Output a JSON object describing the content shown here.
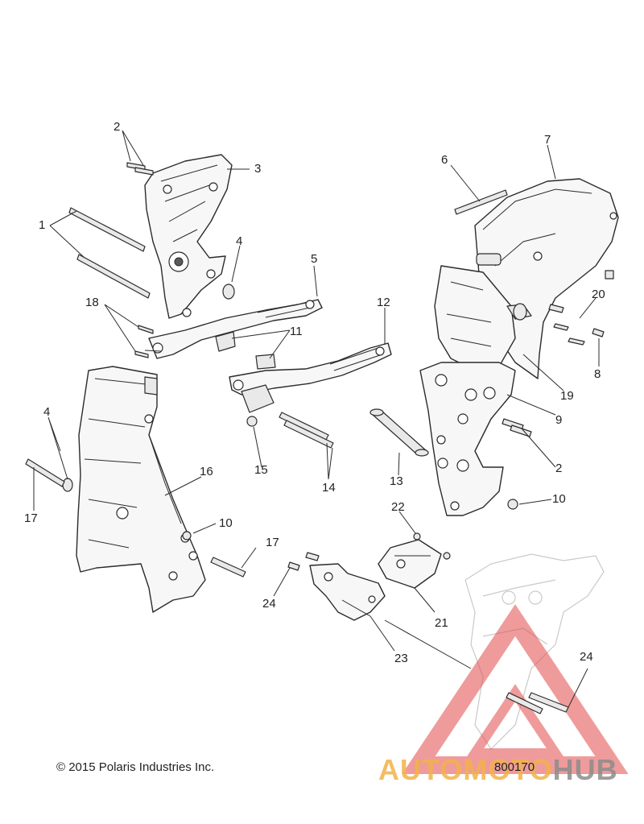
{
  "diagram": {
    "copyright": "© 2015 Polaris Industries Inc.",
    "drawing_number": "800170",
    "watermark": {
      "part_a": "AUTOMOTO",
      "part_b": "HUB",
      "colors": {
        "triangle": "#e24b4b",
        "text_a": "#f3b24a",
        "text_b": "#8c8c8c"
      }
    },
    "callouts": {
      "c1": "1",
      "c2a": "2",
      "c2b": "2",
      "c3": "3",
      "c4a": "4",
      "c4b": "4",
      "c5": "5",
      "c6": "6",
      "c7": "7",
      "c8": "8",
      "c9": "9",
      "c10a": "10",
      "c10b": "10",
      "c11": "11",
      "c12": "12",
      "c13": "13",
      "c14": "14",
      "c15": "15",
      "c16": "16",
      "c17a": "17",
      "c17b": "17",
      "c18": "18",
      "c19": "19",
      "c20": "20",
      "c21": "21",
      "c22": "22",
      "c23": "23",
      "c24a": "24",
      "c24b": "24"
    }
  }
}
